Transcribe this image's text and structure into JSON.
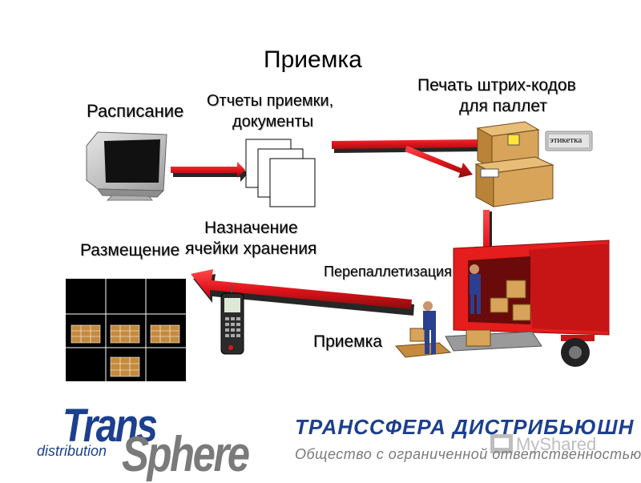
{
  "slide": {
    "title": "Приемка",
    "schedule_label": "Расписание",
    "reports_label": [
      "Отчеты приемки,",
      "документы"
    ],
    "barcode_label": [
      "Печать штрих-кодов",
      "для паллет"
    ],
    "tag_label": "этикетка",
    "assignment_label": [
      "Назначение",
      "ячейки хранения"
    ],
    "placement_label": "Размещение",
    "repalletize_label": "Перепаллетизация",
    "receiving_label": "Приемка"
  },
  "logo": {
    "trans": "Trans",
    "distribution": "distribution",
    "sphere": "Sphere",
    "company_name": "ТРАНССФЕРА ДИСТРИБЬЮШН",
    "company_form": "Общество с ограниченной ответственностью"
  },
  "watermark": {
    "text": "MyShared"
  },
  "colors": {
    "arrow_red": "#e0141c",
    "truck_red": "#e51d1d",
    "box_tan": "#d7a45a",
    "logo_blue": "#1c3f8f",
    "logo_gray": "#7a7a7a"
  }
}
